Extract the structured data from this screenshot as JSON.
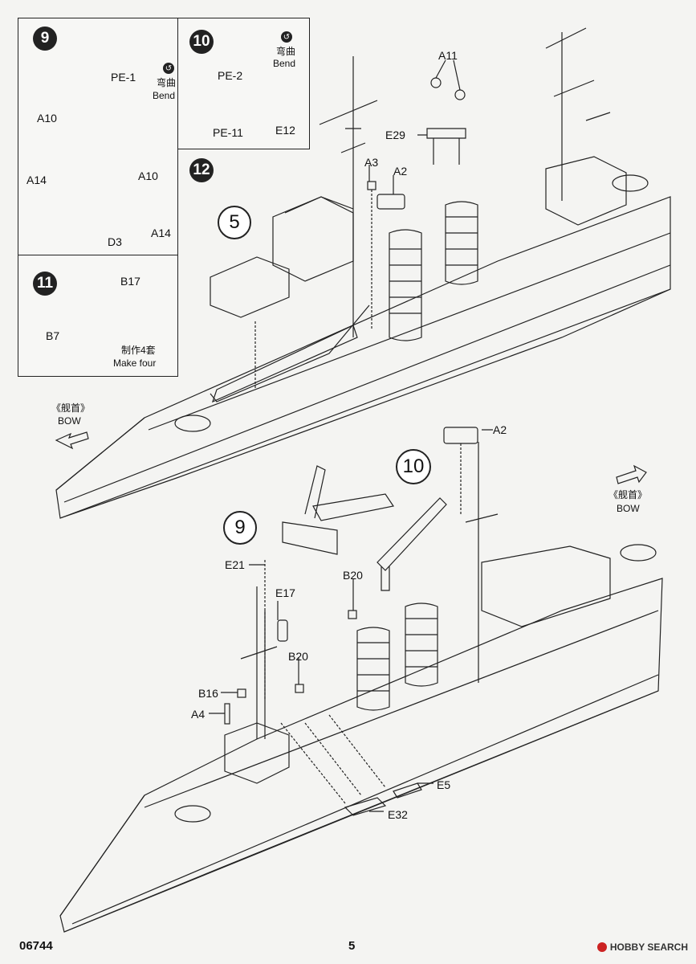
{
  "step9": {
    "number": "9",
    "bend_cn": "弯曲",
    "bend_en": "Bend",
    "parts": [
      "PE-1",
      "A10",
      "A10",
      "A14",
      "D3",
      "A14"
    ]
  },
  "step10": {
    "number": "10",
    "bend_cn": "弯曲",
    "bend_en": "Bend",
    "parts": [
      "PE-2",
      "PE-11",
      "E12"
    ]
  },
  "step11": {
    "number": "11",
    "parts": [
      "B17",
      "B7"
    ],
    "make_cn": "制作4套",
    "make_en": "Make four"
  },
  "step12": {
    "number": "12",
    "sub_ref_top": "5",
    "sub_ref_mid_left": "9",
    "sub_ref_mid_right": "10",
    "top_parts": [
      "A11",
      "E29",
      "A3",
      "A2"
    ],
    "bottom_parts": [
      "A2",
      "E21",
      "E17",
      "B20",
      "B20",
      "B16",
      "A4",
      "E5",
      "E32"
    ],
    "bow_cn_left": "《舰首》",
    "bow_en_left": "BOW",
    "bow_cn_right": "《舰首》",
    "bow_en_right": "BOW"
  },
  "footer": {
    "code": "06744",
    "page": "5",
    "watermark": "HOBBY SEARCH"
  }
}
